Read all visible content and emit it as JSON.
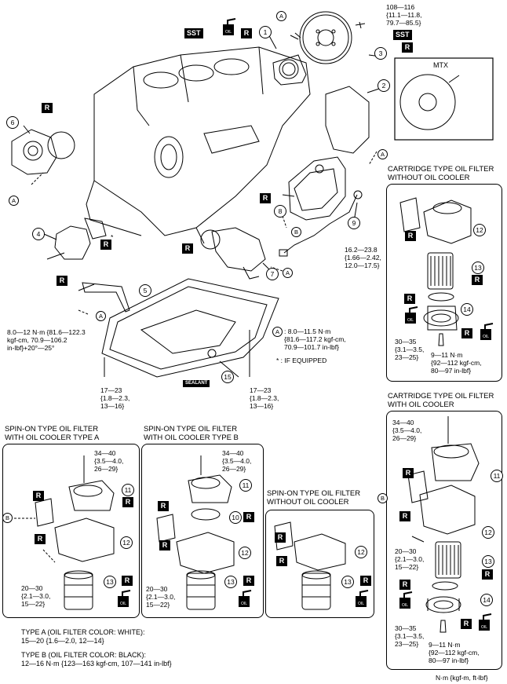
{
  "badges": {
    "r": "R",
    "sst": "SST",
    "oil": "OIL",
    "sealant": "SEALANT"
  },
  "numbers": [
    "1",
    "2",
    "3",
    "4",
    "5",
    "6",
    "7",
    "8",
    "9",
    "10",
    "11",
    "12",
    "13",
    "14",
    "15"
  ],
  "letters": {
    "a": "A",
    "b": "B"
  },
  "labels": {
    "mtx": "MTX",
    "flywheel_torque": "108—116\n{11.1—11.8,\n79.7—85.5}",
    "sensor_torque": "16.2—23.8\n{1.66—2.42,\n12.0—17.5}",
    "oil_pump_torque": "8.0—12 N·m {81.6—122.3\nkgf-cm, 70.9—106.2\nin-lbf}+20°—25°",
    "bolt_a_torque_letter": "A",
    "bolt_a_torque": ": 8.0—11.5 N·m\n{81.6—117.2 kgf-cm,\n70.9—101.7 in-lbf}",
    "if_equipped": "* : IF EQUIPPED",
    "asterisk": "*",
    "pan_left_torque": "17—23\n{1.8—2.3,\n13—16}",
    "pan_right_torque": "17—23\n{1.8—2.3,\n13—16}"
  },
  "panels": {
    "cartridge_no_cooler": {
      "title": "CARTRIDGE TYPE OIL FILTER\nWITHOUT OIL COOLER",
      "torque_30_35": "30—35\n{3.1—3.5,\n23—25}",
      "torque_9_11": "9—11 N·m\n{92—112 kgf-cm,\n80—97 in-lbf}"
    },
    "cartridge_cooler": {
      "title": "CARTRIDGE TYPE OIL FILTER\nWITH OIL COOLER",
      "torque_34_40": "34—40\n{3.5—4.0,\n26—29}",
      "torque_20_30": "20—30\n{2.1—3.0,\n15—22}",
      "torque_30_35": "30—35\n{3.1—3.5,\n23—25}",
      "torque_9_11": "9—11 N·m\n{92—112 kgf-cm,\n80—97 in-lbf}"
    },
    "spin_a": {
      "title": "SPIN-ON TYPE OIL FILTER\nWITH OIL COOLER TYPE A",
      "torque_34_40": "34—40\n{3.5—4.0,\n26—29}",
      "torque_20_30": "20—30\n{2.1—3.0,\n15—22}"
    },
    "spin_b": {
      "title": "SPIN-ON TYPE OIL FILTER\nWITH OIL COOLER TYPE B",
      "torque_34_40": "34—40\n{3.5—4.0,\n26—29}",
      "torque_20_30": "20—30\n{2.1—3.0,\n15—22}"
    },
    "spin_none": {
      "title": "SPIN-ON TYPE OIL FILTER\nWITHOUT OIL COOLER"
    }
  },
  "notes": {
    "type_a": "TYPE A (OIL FILTER COLOR: WHITE):\n15—20 {1.6—2.0, 12—14}",
    "type_b": "TYPE B (OIL FILTER COLOR: BLACK):\n12—16 N·m {123—163 kgf-cm, 107—141 in-lbf}",
    "units": "N·m {kgf-m, ft-lbf}"
  }
}
